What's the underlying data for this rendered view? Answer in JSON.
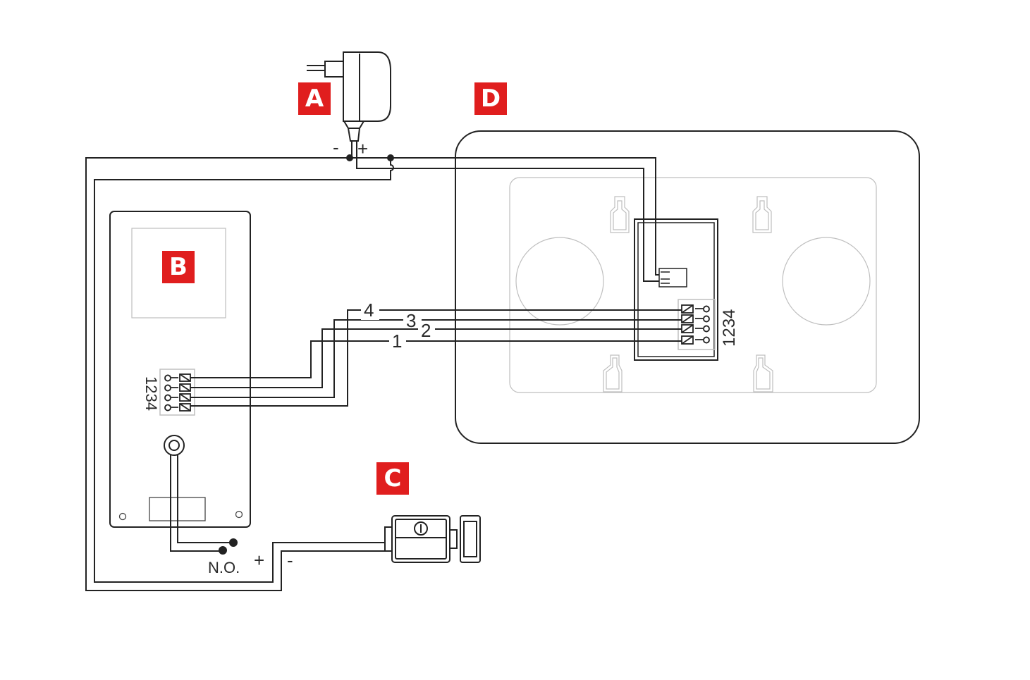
{
  "badges": {
    "power_supply": "A",
    "outdoor_panel": "B",
    "lock": "C",
    "monitor": "D"
  },
  "power": {
    "minus": "-",
    "plus": "+"
  },
  "wires": {
    "w1": "1",
    "w2": "2",
    "w3": "3",
    "w4": "4"
  },
  "terminals": {
    "panel_label": "1234",
    "monitor_label": "1234"
  },
  "lock_wiring": {
    "no_label": "N.O.",
    "plus": "+",
    "minus": "-"
  },
  "colors": {
    "badge": "#e01e1e",
    "line": "#222222",
    "outline_light": "#bfbfbf"
  }
}
